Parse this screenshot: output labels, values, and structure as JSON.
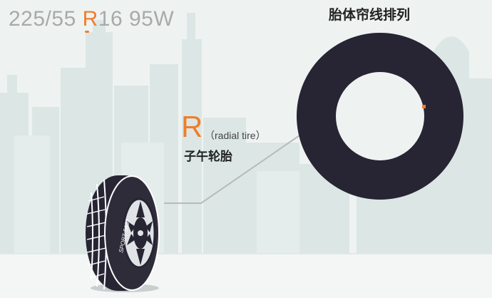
{
  "tire_spec": {
    "width_ratio": "225/55 ",
    "construction_code": "R",
    "rest": "16 95W"
  },
  "ply_diagram": {
    "title": "胎体帘线排列"
  },
  "callout": {
    "letter": "R",
    "english": "（radial tire）",
    "chinese": "子午轮胎"
  },
  "sidewall_text": "SPORT 5A37",
  "colors": {
    "accent": "#f07d2c",
    "tire": "#272433",
    "spec_gray": "#a9a9a9",
    "background": "#eef3f2",
    "buildings": "#dce7e5"
  }
}
